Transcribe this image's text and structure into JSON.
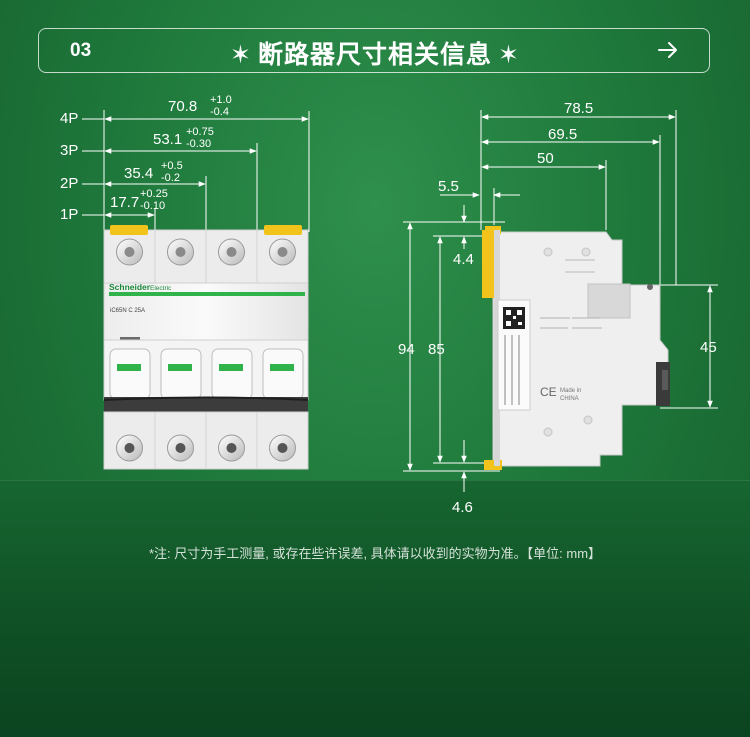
{
  "header": {
    "number": "03",
    "title": "断路器尺寸相关信息",
    "star": "✶"
  },
  "front_view": {
    "brand": "Schneider",
    "brand_sub": "Electric",
    "model": "iC65N  C 25A",
    "rows": [
      {
        "pole": "4P",
        "value": "70.8",
        "tol_plus": "+1.0",
        "tol_minus": "-0.4"
      },
      {
        "pole": "3P",
        "value": "53.1",
        "tol_plus": "+0.75",
        "tol_minus": "-0.30"
      },
      {
        "pole": "2P",
        "value": "35.4",
        "tol_plus": "+0.5",
        "tol_minus": "-0.2"
      },
      {
        "pole": "1P",
        "value": "17.7",
        "tol_plus": "+0.25",
        "tol_minus": "-0.10"
      }
    ]
  },
  "side_view": {
    "width_total": "78.5",
    "width_mid": "69.5",
    "width_small": "50",
    "offset_top": "5.5",
    "offset_clip": "4.4",
    "height_total": "94",
    "height_body": "85",
    "height_window": "45",
    "bottom_clip": "4.6",
    "made_in": "Made in",
    "country": "CHINA",
    "cert": "CE"
  },
  "footnote": "*注: 尺寸为手工测量, 或存在些许误差, 具体请以收到的实物为准。【单位: mm】",
  "colors": {
    "background": "#1f7a3c",
    "accent_green": "#2fb34a",
    "yellow": "#f2c31b",
    "device_white": "#f2f2f2"
  }
}
